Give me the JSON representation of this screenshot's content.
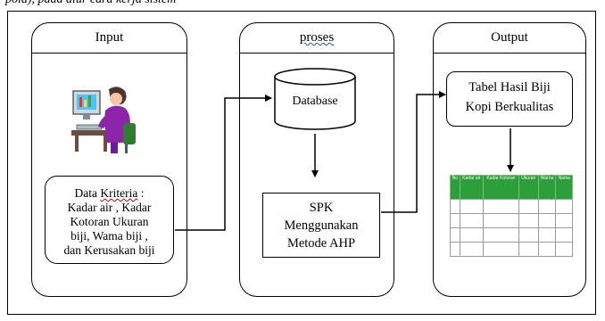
{
  "header_fragment": "pola), pada alur cara kerja sistem",
  "columns": {
    "input": {
      "title": "Input"
    },
    "proses": {
      "title": "proses"
    },
    "output": {
      "title": "Output"
    }
  },
  "input_box": {
    "line1_prefix": "Data ",
    "line1_word": "Kriteria",
    "line1_suffix": " :",
    "line2": "Kadar air , Kadar",
    "line3": "Kotoran Ukuran",
    "line4": "biji, Wama biji ,",
    "line5": "dan Kerusakan biji"
  },
  "database_label": "Database",
  "spk_box": {
    "line1": "SPK",
    "line2": "Menggunakan",
    "line3": "Metode AHP"
  },
  "output_box": {
    "line1": "Tabel Hasil Biji",
    "line2": "Kopi Berkualitas"
  },
  "table": {
    "headers": [
      "No",
      "Kadar air",
      "Kadar Kotoran",
      "Ukuran",
      "Warna",
      "Nama"
    ],
    "rows": 4
  },
  "icons": [
    "person-computer-icon",
    "database-cylinder-icon"
  ]
}
